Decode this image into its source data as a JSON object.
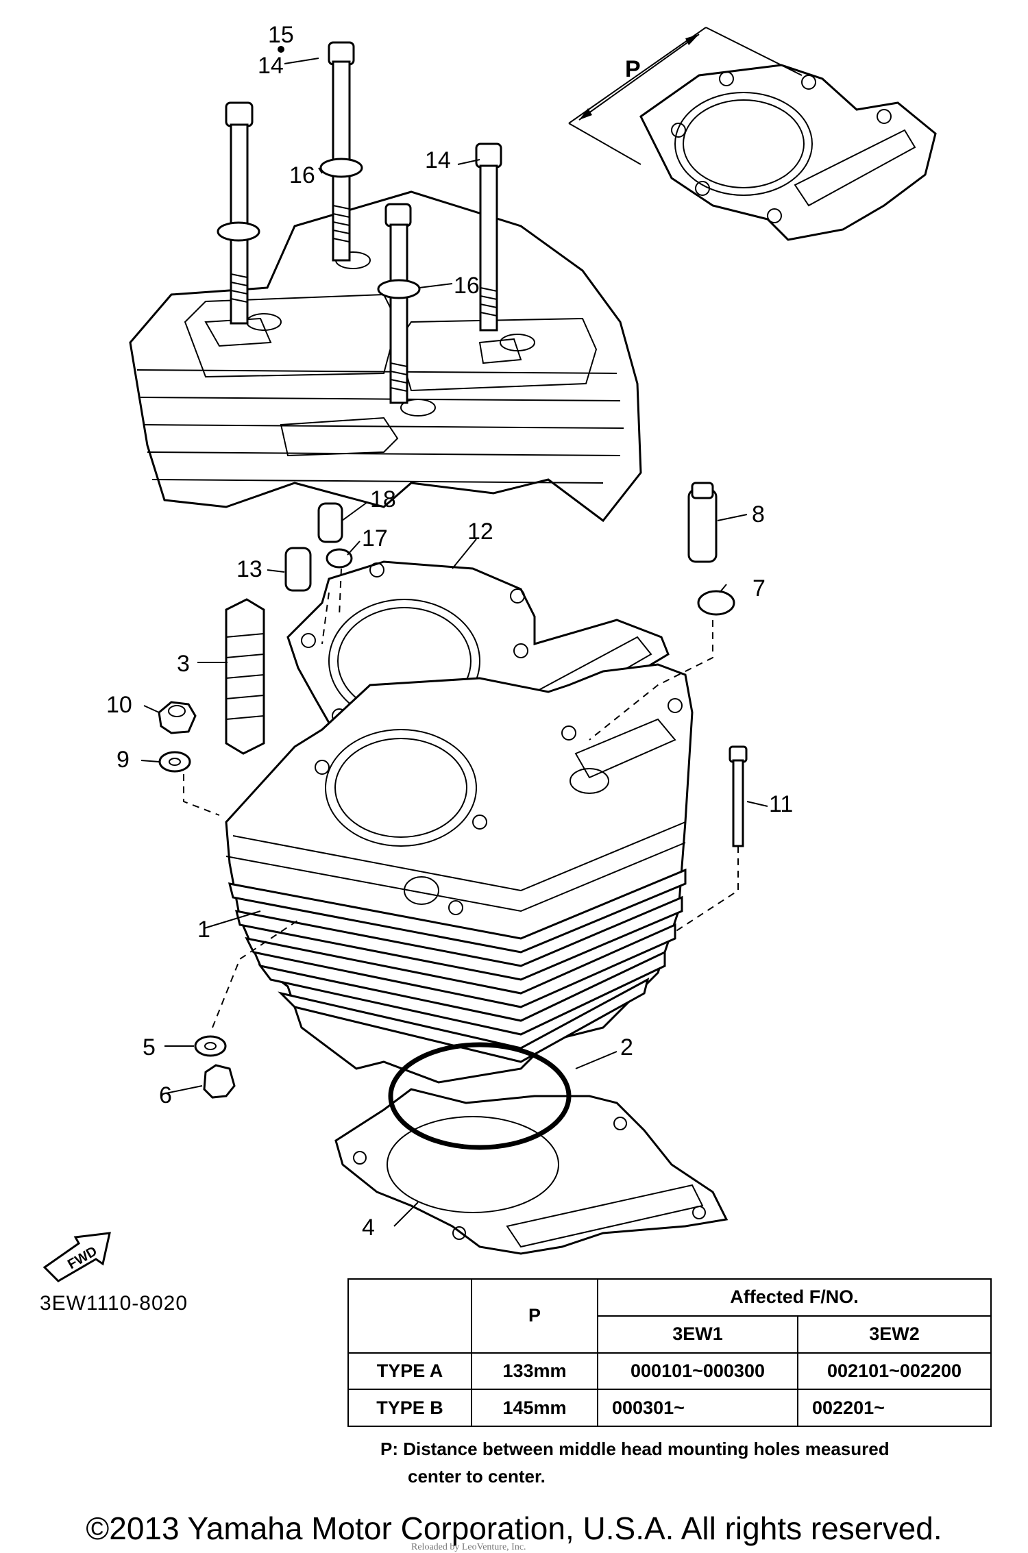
{
  "callouts": [
    {
      "id": "c1",
      "label": "1"
    },
    {
      "id": "c2",
      "label": "2"
    },
    {
      "id": "c3",
      "label": "3"
    },
    {
      "id": "c4",
      "label": "4"
    },
    {
      "id": "c5",
      "label": "5"
    },
    {
      "id": "c6",
      "label": "6"
    },
    {
      "id": "c7",
      "label": "7"
    },
    {
      "id": "c8",
      "label": "8"
    },
    {
      "id": "c9",
      "label": "9"
    },
    {
      "id": "c10",
      "label": "10"
    },
    {
      "id": "c11",
      "label": "11"
    },
    {
      "id": "c12",
      "label": "12"
    },
    {
      "id": "c13",
      "label": "13"
    },
    {
      "id": "c14a",
      "label": "14"
    },
    {
      "id": "c14b",
      "label": "14"
    },
    {
      "id": "c15",
      "label": "15"
    },
    {
      "id": "c16a",
      "label": "16"
    },
    {
      "id": "c16b",
      "label": "16"
    },
    {
      "id": "c17",
      "label": "17"
    },
    {
      "id": "c18",
      "label": "18"
    },
    {
      "id": "cP",
      "label": "P"
    }
  ],
  "fwd_label": "FWD",
  "diagram_code": "3EW1110-8020",
  "table": {
    "affected_header": "Affected F/NO.",
    "p_header": "P",
    "col_3ew1": "3EW1",
    "col_3ew2": "3EW2",
    "rows": [
      {
        "type": "TYPE A",
        "p": "133mm",
        "ew1": "000101~000300",
        "ew2": "002101~002200"
      },
      {
        "type": "TYPE B",
        "p": "145mm",
        "ew1": "000301~",
        "ew2": "002201~"
      }
    ]
  },
  "footnote_line1": "P: Distance between middle head mounting holes measured",
  "footnote_line2": "center to center.",
  "copyright": "©2013 Yamaha Motor Corporation, U.S.A. All rights reserved.",
  "watermark": "Reloaded by LeoVenture, Inc."
}
